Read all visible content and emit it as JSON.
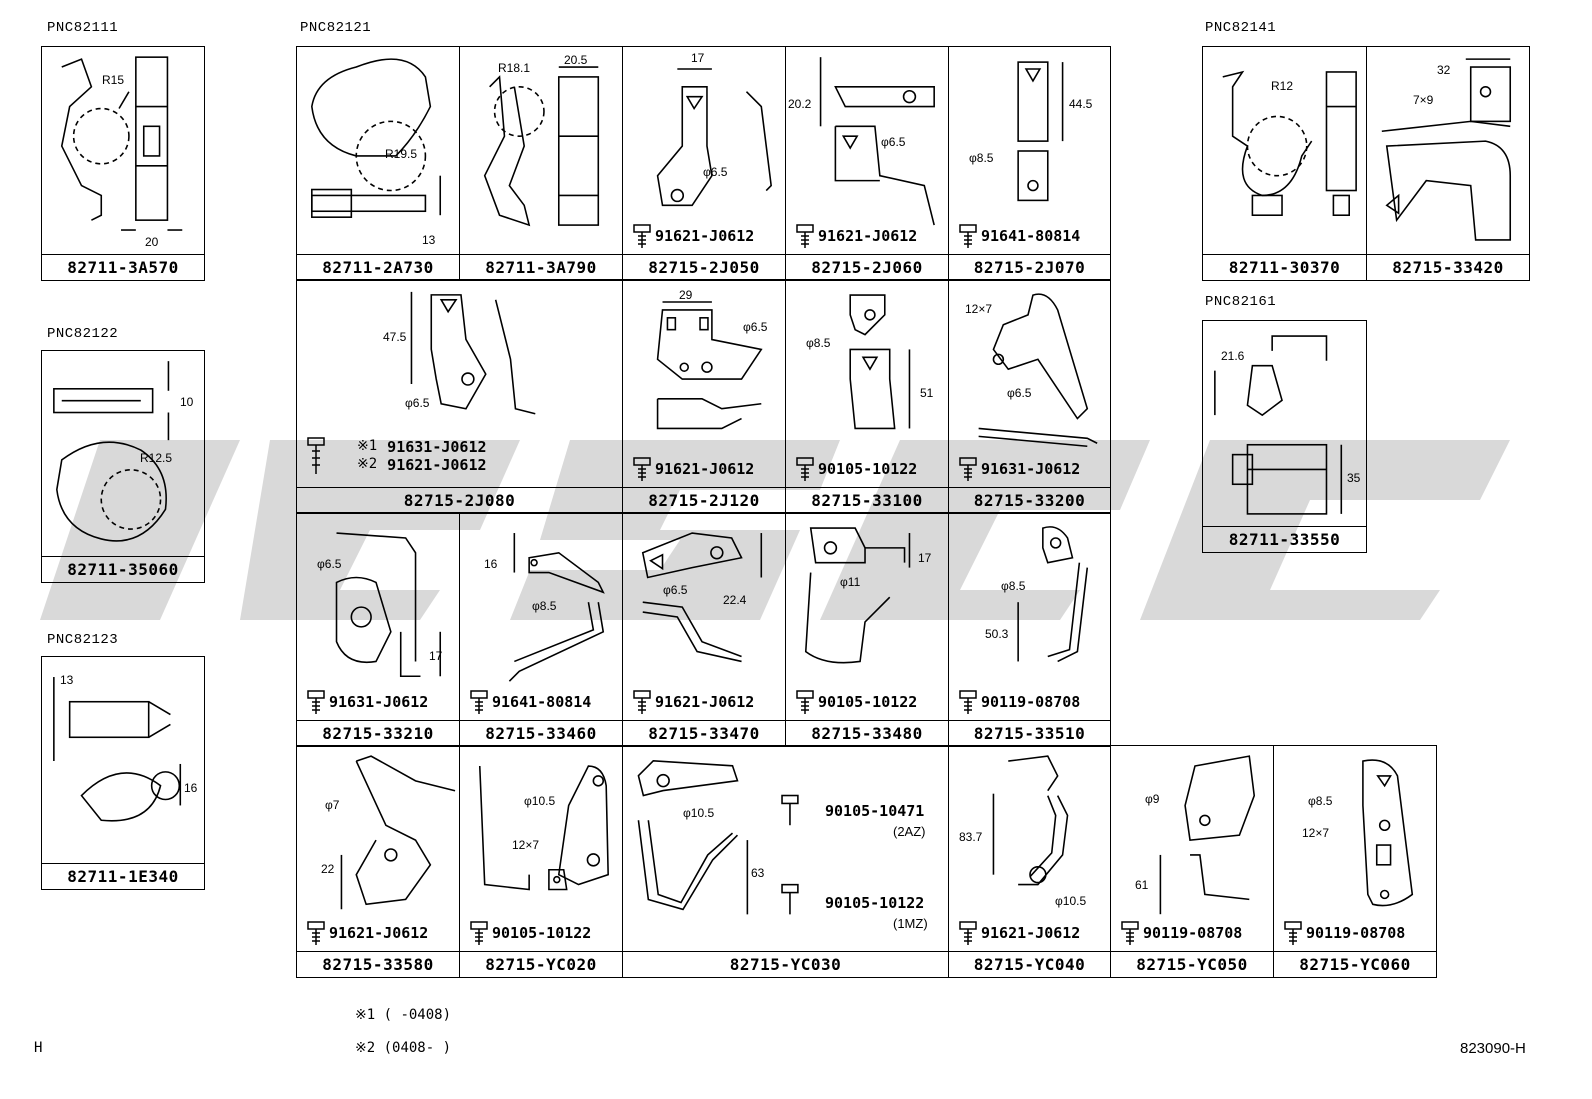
{
  "groups": {
    "g1": "PNC82111",
    "g2": "PNC82121",
    "g3": "PNC82141",
    "g4": "PNC82122",
    "g5": "PNC82161",
    "g6": "PNC82123"
  },
  "parts": {
    "p01": "82711-3A570",
    "p02": "82711-2A730",
    "p03": "82711-3A790",
    "p04": "82715-2J050",
    "p05": "82715-2J060",
    "p06": "82715-2J070",
    "p07": "82711-30370",
    "p08": "82715-33420",
    "p09": "82711-35060",
    "p10": "82715-2J080",
    "p11": "82715-2J120",
    "p12": "82715-33100",
    "p13": "82715-33200",
    "p14": "82711-33550",
    "p15": "82715-33210",
    "p16": "82715-33460",
    "p17": "82715-33470",
    "p18": "82715-33480",
    "p19": "82715-33510",
    "p20": "82711-1E340",
    "p21": "82715-33580",
    "p22": "82715-YC020",
    "p23": "82715-YC030",
    "p24": "82715-YC040",
    "p25": "82715-YC050",
    "p26": "82715-YC060"
  },
  "bolts": {
    "b04": "91621-J0612",
    "b05": "91621-J0612",
    "b06": "91641-80814",
    "b10a": "91631-J0612",
    "b10b": "91621-J0612",
    "b11": "91621-J0612",
    "b12": "90105-10122",
    "b13": "91631-J0612",
    "b15": "91631-J0612",
    "b16": "91641-80814",
    "b17": "91621-J0612",
    "b18": "90105-10122",
    "b19": "90119-08708",
    "b21": "91621-J0612",
    "b22": "90105-10122",
    "b23a": "90105-10471",
    "b23b": "90105-10122",
    "b24": "91621-J0612",
    "b25": "90119-08708",
    "b26": "90119-08708"
  },
  "marks": {
    "m1": "※1",
    "m2": "※2",
    "t2az": "(2AZ)",
    "t1mz": "(1MZ)"
  },
  "dims": {
    "d01a": "R15",
    "d01b": "20",
    "d02a": "R19.5",
    "d02b": "13",
    "d03a": "R18.1",
    "d03b": "20.5",
    "d04a": "17",
    "d04b": "φ6.5",
    "d05a": "20.2",
    "d05b": "φ6.5",
    "d06a": "44.5",
    "d06b": "φ8.5",
    "d07a": "R12",
    "d08a": "32",
    "d08b": "7×9",
    "d09a": "10",
    "d09b": "R12.5",
    "d10a": "47.5",
    "d10b": "φ6.5",
    "d11a": "29",
    "d11b": "φ6.5",
    "d12a": "φ8.5",
    "d12b": "51",
    "d13a": "12×7",
    "d13b": "φ6.5",
    "d14a": "21.6",
    "d14b": "35",
    "d15a": "φ6.5",
    "d15b": "17",
    "d16a": "16",
    "d16b": "φ8.5",
    "d17a": "φ6.5",
    "d17b": "22.4",
    "d18a": "17",
    "d18b": "φ11",
    "d19a": "φ8.5",
    "d19b": "50.3",
    "d20a": "13",
    "d20b": "16",
    "d21a": "φ7",
    "d21b": "22",
    "d22a": "φ10.5",
    "d22b": "12×7",
    "d23a": "φ10.5",
    "d23b": "63",
    "d24a": "83.7",
    "d24b": "φ10.5",
    "d25a": "φ9",
    "d25b": "61",
    "d26a": "φ8.5",
    "d26b": "12×7"
  },
  "footnotes": {
    "n1": "※1 (    -0408)",
    "n2": "※2 (0408-    )"
  },
  "corner_left": "H",
  "corner_right": "823090-H"
}
